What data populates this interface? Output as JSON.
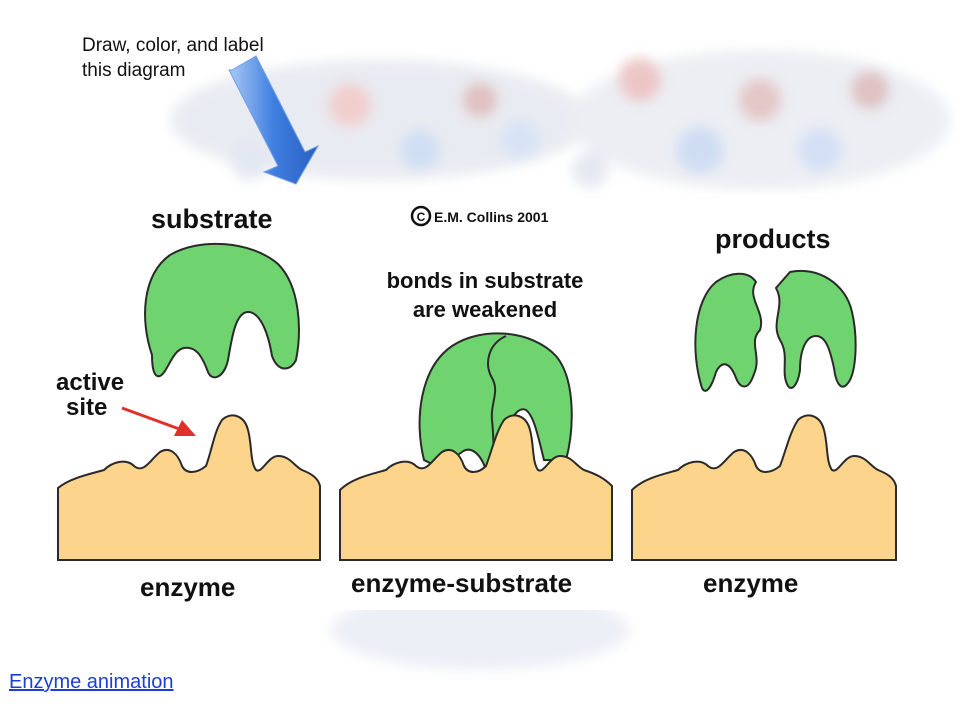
{
  "instruction": {
    "text": "Draw, color, and label\nthis diagram"
  },
  "diagram": {
    "copyright": "E.M. Collins 2001",
    "copyright_symbol": "C",
    "labels": {
      "substrate": "substrate",
      "active_site_line1": "active",
      "active_site_line2": "site",
      "bonds_line1": "bonds in substrate",
      "bonds_line2": "are weakened",
      "products": "products",
      "enzyme_left": "enzyme",
      "enzyme_substrate": "enzyme-substrate",
      "enzyme_right": "enzyme"
    },
    "colors": {
      "substrate": "#6fd46f",
      "enzyme": "#fcd48c",
      "outline": "#2a2a2a",
      "pointer_arrow": "#e0302a",
      "instruction_arrow": "#4a86e8"
    }
  },
  "link": {
    "text": "Enzyme animation"
  }
}
